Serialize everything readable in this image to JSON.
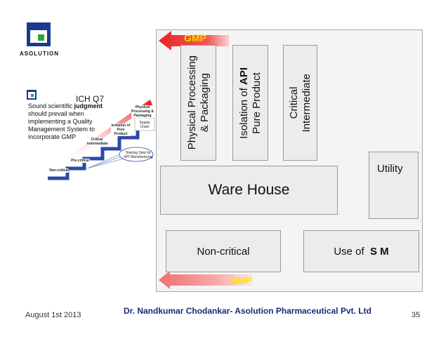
{
  "logo": {
    "text": "ASOLUTION"
  },
  "panel": {
    "title": "ICH Q7",
    "text_pre": "Sound scientific ",
    "text_bold": "judgment",
    "text_post": " should prevail when implementing a Quality Management System to incorporate GMP",
    "stairs": [
      "Non-critical",
      "Pre-critical",
      "Critical Intermediate",
      "Isolation of Pure Product",
      "Physical Processing & Packaging"
    ],
    "supply": "Supply Chain",
    "starting": "Starting Step for API Manufacturing"
  },
  "diagram": {
    "gmp_top": "GMP",
    "gmp_bottom": "GMP",
    "col1": "Physical Processing\n& Packaging",
    "col2_pre": "Isolation of ",
    "col2_bold": "API",
    "col2_post": "\nPure Product",
    "col3": "Critical\nIntermediate",
    "warehouse": "Ware House",
    "utility": "Utility",
    "noncritical": "Non-critical",
    "use_of": "Use of  ",
    "sm": "S M",
    "colors": {
      "arrow_red": "#e8262a",
      "gmp_text_top": "#ffd400",
      "gmp_text_bottom": "#f6e200"
    }
  },
  "footer": {
    "date": "August 1st 2013",
    "author": "Dr. Nandkumar Chodankar- Asolution Pharmaceutical Pvt. Ltd",
    "page": "35"
  }
}
